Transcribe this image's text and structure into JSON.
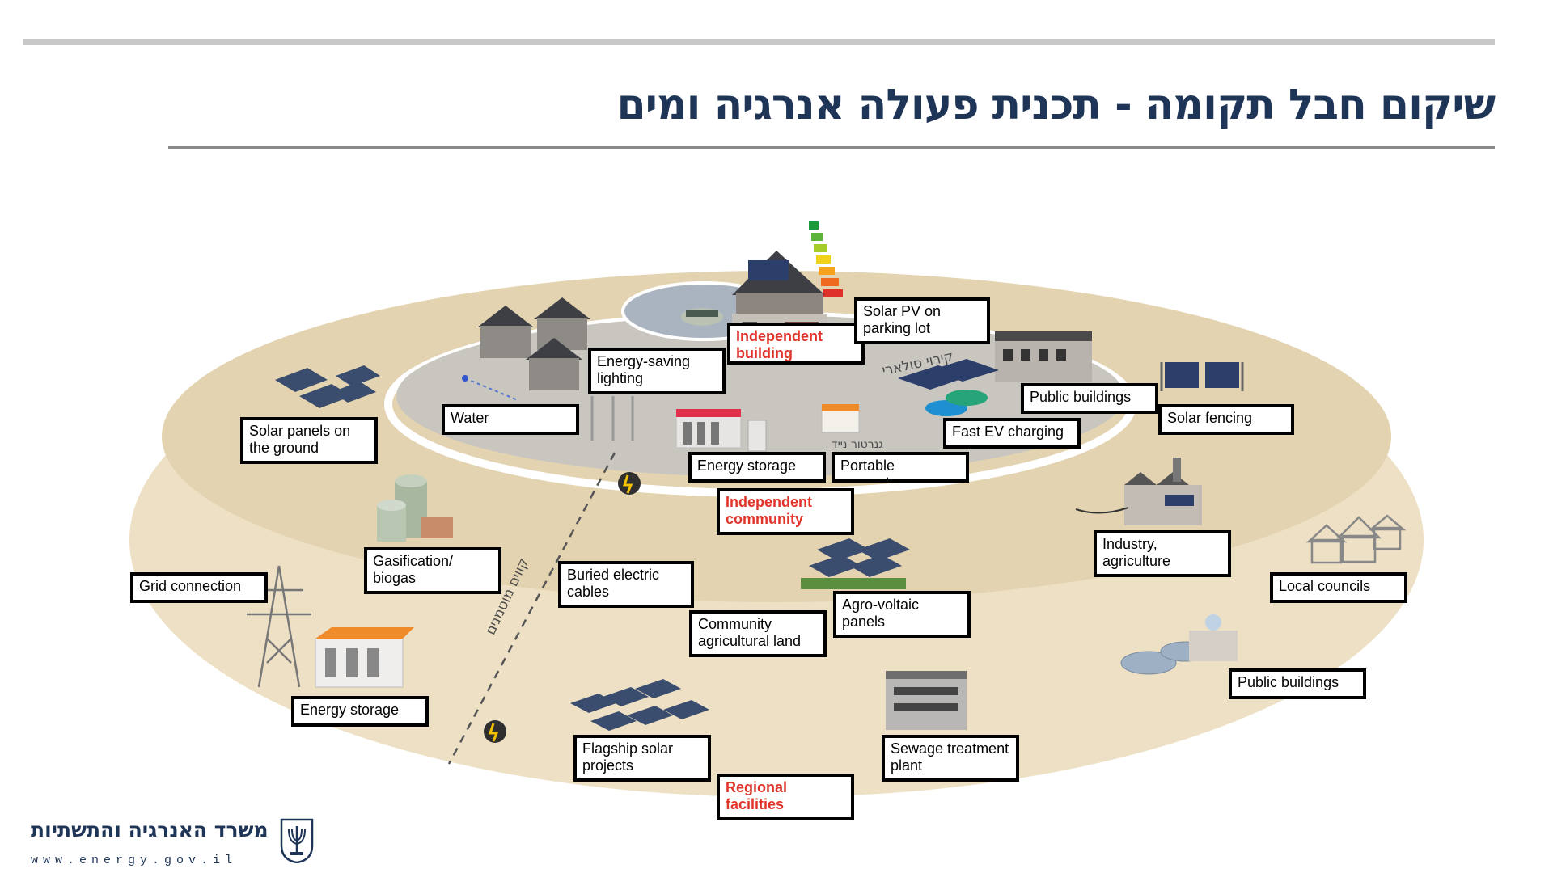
{
  "title": "שיקום חבל תקומה - תכנית פעולה אנרגיה ומים",
  "labels": {
    "independent_building": "Independent\nbuilding",
    "solar_pv_parking": "Solar PV on\nparking lot",
    "energy_saving_lighting": "Energy-saving\nlighting",
    "water": "Water",
    "solar_panels_ground": "Solar panels on\nthe ground",
    "public_buildings_top": "Public buildings",
    "solar_fencing": "Solar fencing",
    "fast_ev_charging": "Fast EV charging",
    "energy_storage_center": "Energy storage",
    "portable_generator": "Portable generator",
    "independent_community": "Independent\ncommunity",
    "industry_agriculture": "Industry,\nagriculture",
    "gasification_biogas": "Gasification/\nbiogas",
    "buried_cables": "Buried electric\ncables",
    "grid_connection": "Grid connection",
    "local_councils": "Local councils",
    "agro_voltaic": "Agro-voltaic\npanels",
    "community_agri_land": "Community\nagricultural land",
    "public_buildings_right": "Public buildings",
    "energy_storage_left": "Energy storage",
    "flagship_solar": "Flagship solar\nprojects",
    "sewage_treatment": "Sewage treatment\nplant",
    "regional_facilities": "Regional\nfacilities"
  },
  "annotations": {
    "solar_roof": "קירוי סולארי",
    "generator": "גנרטור נייד",
    "lines": "קווים מוטמנים"
  },
  "logo": {
    "ministry": "משרד האנרגיה והתשתיות",
    "url": "www.energy.gov.il"
  },
  "colors": {
    "title": "#1f3557",
    "highlight": "#e0352b",
    "outer_ring": "#ede0c4",
    "middle_ring": "#e3d3b0",
    "inner_disc": "#c9c6c0"
  }
}
